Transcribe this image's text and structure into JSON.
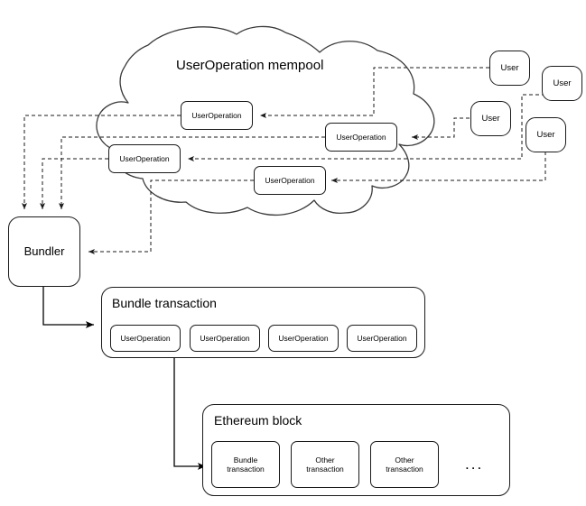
{
  "diagram": {
    "title": "UserOperation mempool",
    "stroke_color": "#1a1a1a",
    "fill_color": "#ffffff",
    "cloud": {
      "label": "UserOperation mempool",
      "user_operations": [
        {
          "label": "UserOperation"
        },
        {
          "label": "UserOperation"
        },
        {
          "label": "UserOperation"
        },
        {
          "label": "UserOperation"
        }
      ]
    },
    "users": [
      {
        "label": "User"
      },
      {
        "label": "User"
      },
      {
        "label": "User"
      },
      {
        "label": "User"
      }
    ],
    "bundler": {
      "label": "Bundler"
    },
    "bundle_transaction": {
      "title": "Bundle transaction",
      "items": [
        {
          "label": "UserOperation"
        },
        {
          "label": "UserOperation"
        },
        {
          "label": "UserOperation"
        },
        {
          "label": "UserOperation"
        }
      ]
    },
    "ethereum_block": {
      "title": "Ethereum block",
      "items": [
        {
          "label": "Bundle\ntransaction",
          "line1": "Bundle",
          "line2": "transaction"
        },
        {
          "label": "Other\ntransaction",
          "line1": "Other",
          "line2": "transaction"
        },
        {
          "label": "Other\ntransaction",
          "line1": "Other",
          "line2": "transaction"
        }
      ],
      "overflow_indicator": "..."
    }
  }
}
